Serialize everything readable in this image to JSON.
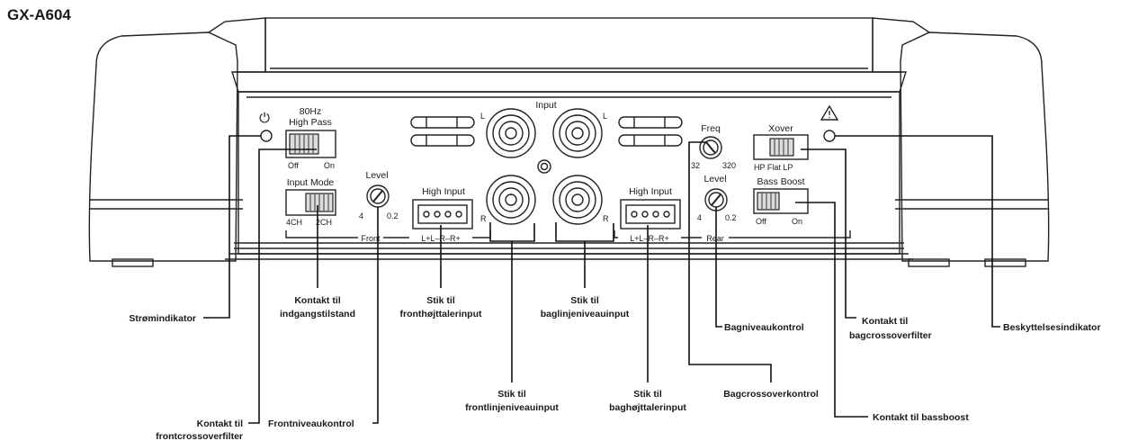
{
  "model": "GX-A604",
  "panel": {
    "input_label": "Input",
    "rca_left": "L",
    "rca_right": "R",
    "hp_freq": "80Hz",
    "high_pass": "High Pass",
    "off": "Off",
    "on": "On",
    "input_mode": "Input Mode",
    "ch4": "4CH",
    "ch2": "2CH",
    "level": "Level",
    "level_min": "4",
    "level_max": "0.2",
    "high_input": "High Input",
    "front": "Front",
    "rear": "Rear",
    "speaker_terms": "L+L–R–R+",
    "freq": "Freq",
    "freq_min": "32",
    "freq_max": "320",
    "xover": "Xover",
    "xover_modes": "HP  Flat  LP",
    "bass_boost": "Bass Boost"
  },
  "callouts": {
    "power_indicator": "Strømindikator",
    "input_mode_switch": [
      "Kontakt til",
      "indgangstilstand"
    ],
    "front_speaker_input": [
      "Stik til",
      "fronthøjttalerinput"
    ],
    "rear_line_input": [
      "Stik til",
      "baglinjeniveauinput"
    ],
    "rear_level_control": "Bagniveaukontrol",
    "rear_crossover_switch": [
      "Kontakt til",
      "bagcrossoverfilter"
    ],
    "protection_indicator": "Beskyttelsesindikator",
    "front_line_input": [
      "Stik til",
      "frontlinjeniveauinput"
    ],
    "rear_speaker_input": [
      "Stik til",
      "baghøjttalerinput"
    ],
    "rear_crossover_control": "Bagcrossoverkontrol",
    "bass_boost_switch": "Kontakt til bassboost",
    "front_crossover_switch": [
      "Kontakt til",
      "frontcrossoverfilter"
    ],
    "front_level_control": "Frontniveaukontrol"
  }
}
